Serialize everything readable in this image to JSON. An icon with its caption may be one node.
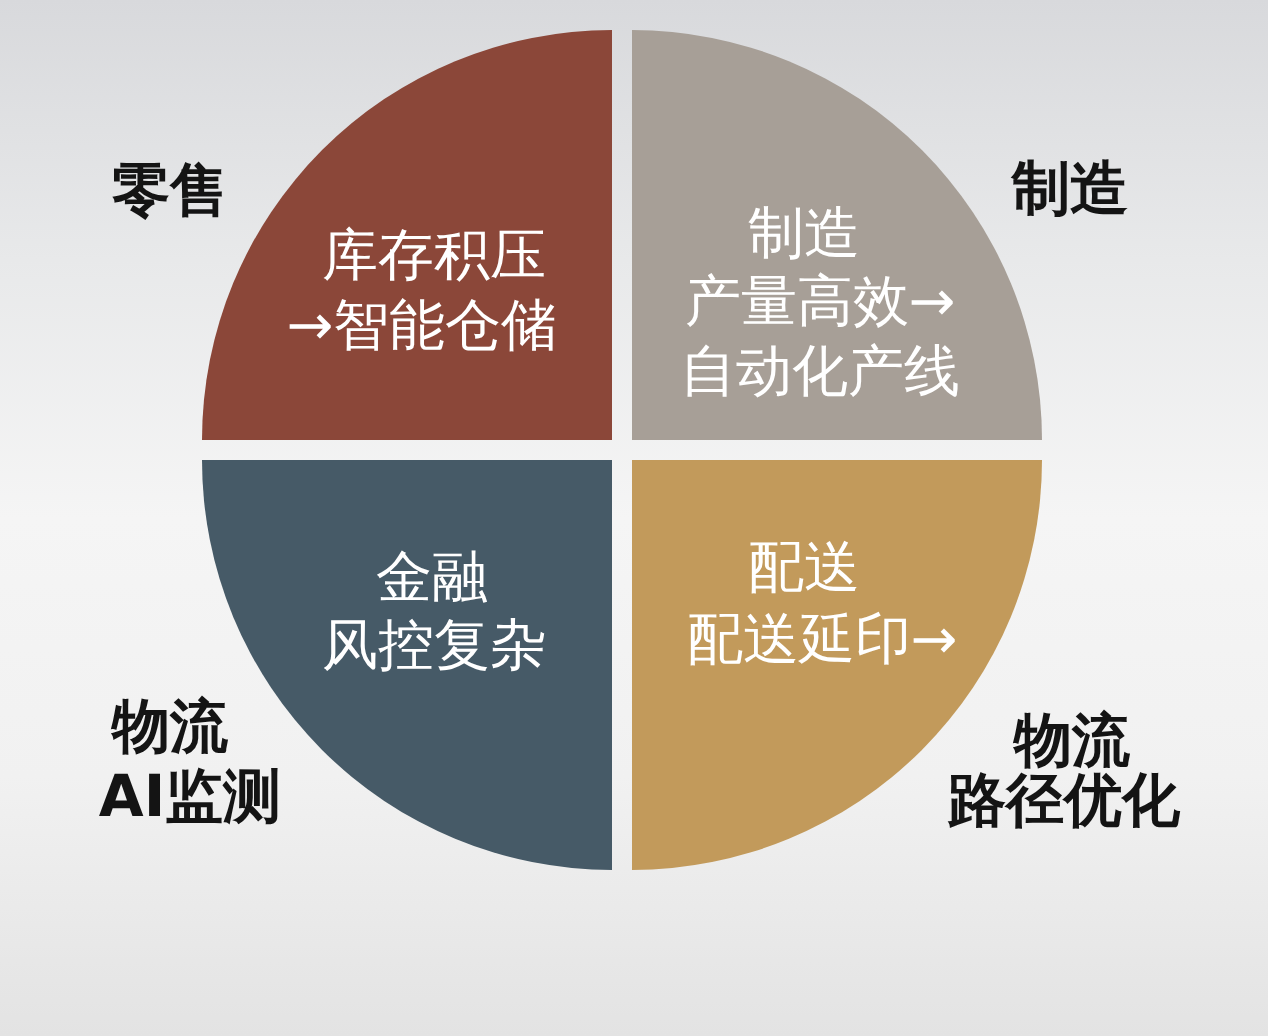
{
  "diagram": {
    "nodes": [
      {
        "text": [
          "库存积压→智能仓储"
        ]
      },
      {
        "text": [
          "制造",
          "产量高效→自动化产线"
        ]
      },
      {
        "text": [
          "金融",
          "风控复杂"
        ]
      },
      {
        "text": [
          "配送",
          "配送延印→"
        ]
      }
    ],
    "labels": [
      "零售",
      "制造",
      "物流",
      "AI监测",
      "物流",
      "路径优化"
    ]
  }
}
